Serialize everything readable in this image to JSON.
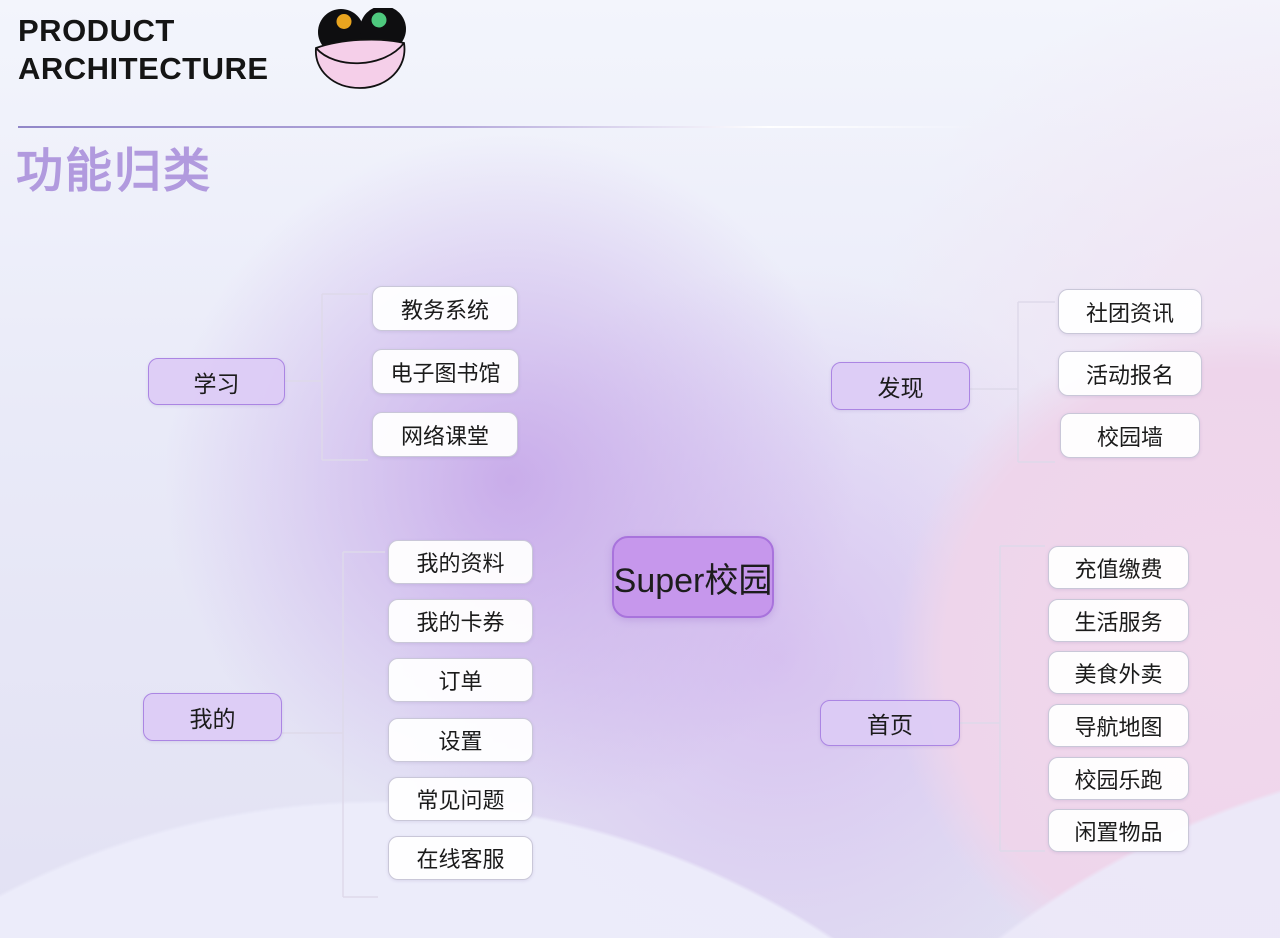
{
  "header": {
    "logo": {
      "line1": "PRODUCT",
      "line2": "ARCHITECTURE",
      "icon": "smiley-face-icon"
    },
    "section_title": "功能归类"
  },
  "colors": {
    "title_purple": "#b19ade",
    "group_node_fill": "#dccbf5",
    "group_node_border": "#ab85e3",
    "center_node_fill": "#c697ec",
    "center_node_border": "#a873dc",
    "leaf_node_fill": "#ffffff",
    "leaf_node_border": "#c9c7d8",
    "connector_line": "#ded9ea",
    "background_pink_blob": "#eed5ec",
    "background_purple_blob": "#c6abe9",
    "smiley_left_pupil": "#e8a41f",
    "smiley_right_pupil": "#4ec97e",
    "smiley_mouth_pink": "#f5cfe9"
  },
  "mindmap": {
    "center_label": "Super校园",
    "groups": [
      {
        "label": "学习",
        "children": [
          "教务系统",
          "电子图书馆",
          "网络课堂"
        ]
      },
      {
        "label": "发现",
        "children": [
          "社团资讯",
          "活动报名",
          "校园墙"
        ]
      },
      {
        "label": "我的",
        "children": [
          "我的资料",
          "我的卡券",
          "订单",
          "设置",
          "常见问题",
          "在线客服"
        ]
      },
      {
        "label": "首页",
        "children": [
          "充值缴费",
          "生活服务",
          "美食外卖",
          "导航地图",
          "校园乐跑",
          "闲置物品"
        ]
      }
    ]
  }
}
